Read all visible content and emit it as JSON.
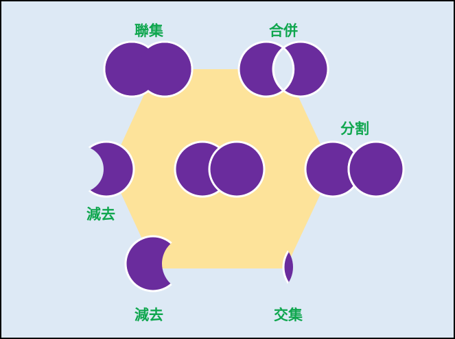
{
  "colors": {
    "background": "#dde9f5",
    "hexagon": "#fde39a",
    "shape_fill": "#6a2c9d",
    "shape_stroke": "#ffffff",
    "label": "#0fa64e",
    "frame": "#000000"
  },
  "labels": {
    "union": "聯集",
    "combine": "合併",
    "fragment": "分割",
    "subtract_left": "減去",
    "subtract_bottom": "減去",
    "intersect": "交集"
  }
}
